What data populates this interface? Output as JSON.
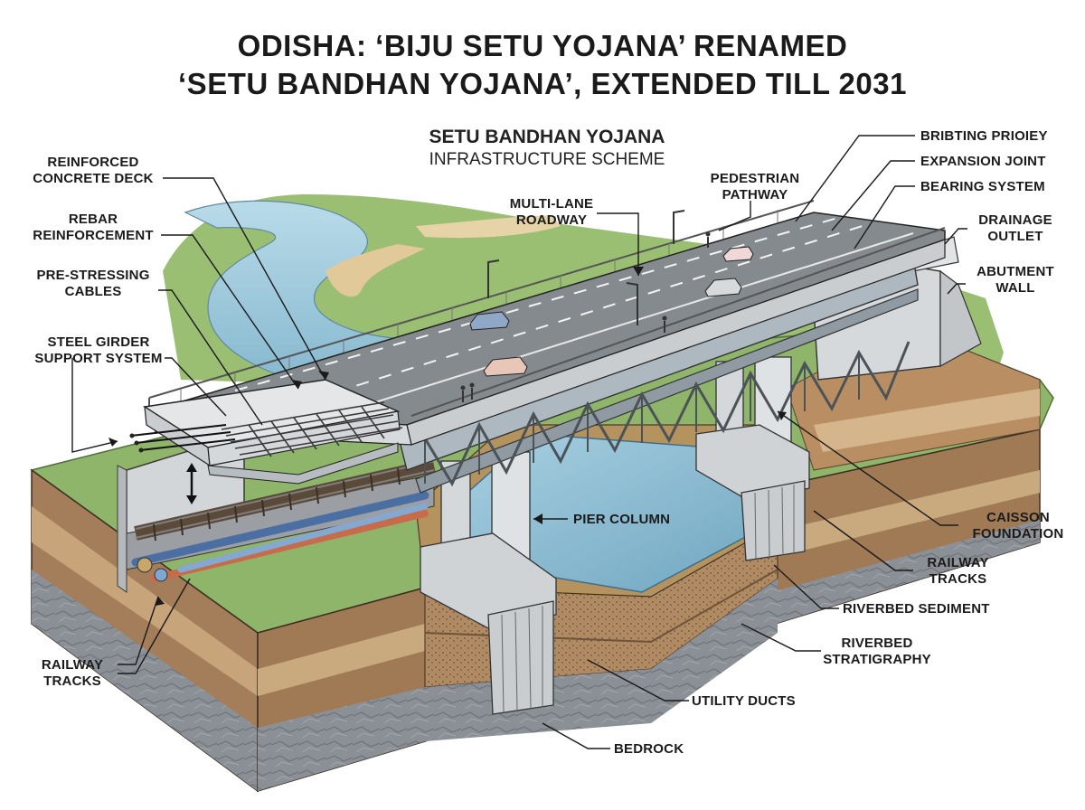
{
  "header": {
    "title_line1": "ODISHA: ‘BIJU SETU YOJANA’ RENAMED",
    "title_line2": "‘SETU BANDHAN YOJANA’, EXTENDED TILL 2031",
    "subtitle_line1": "SETU BANDHAN YOJANA",
    "subtitle_line2": "INFRASTRUCTURE SCHEME"
  },
  "labels": {
    "reinforced_concrete_deck": "REINFORCED\nCONCRETE DECK",
    "rebar_reinforcement": "REBAR\nREINFORCEMENT",
    "pre_stressing_cables": "PRE-STRESSING\nCABLES",
    "steel_girder_support": "STEEL GIRDER\nSUPPORT SYSTEM",
    "multi_lane_roadway": "MULTI-LANE\nROADWAY",
    "pedestrian_pathway": "PEDESTRIAN\nPATHWAY",
    "bribting_prioiey": "BRIBTING PRIOIEY",
    "expansion_joint": "EXPANSION JOINT",
    "bearing_system": "BEARING SYSTEM",
    "drainage_outlet": "DRAINAGE\nOUTLET",
    "abutment_wall": "ABUTMENT\nWALL",
    "pier_column": "PIER COLUMN",
    "caisson_foundation": "CAISSON\nFOUNDATION",
    "railway_tracks_right": "RAILWAY\nTRACKS",
    "riverbed_sediment": "RIVERBED SEDIMENT",
    "riverbed_stratigraphy": "RIVERBED\nSTRATIGRAPHY",
    "utility_ducts": "UTILITY DUCTS",
    "bedrock": "BEDROCK",
    "railway_tracks_left": "RAILWAY\nTRACKS"
  },
  "colors": {
    "river": "#9cc8dc",
    "grass": "#8fb56a",
    "soil_top": "#9a7656",
    "soil_mid": "#c7a47a",
    "bedrock": "#8a8f94",
    "concrete": "#cfd3d6",
    "asphalt": "#7c8186",
    "steel": "#a9b3bb"
  }
}
